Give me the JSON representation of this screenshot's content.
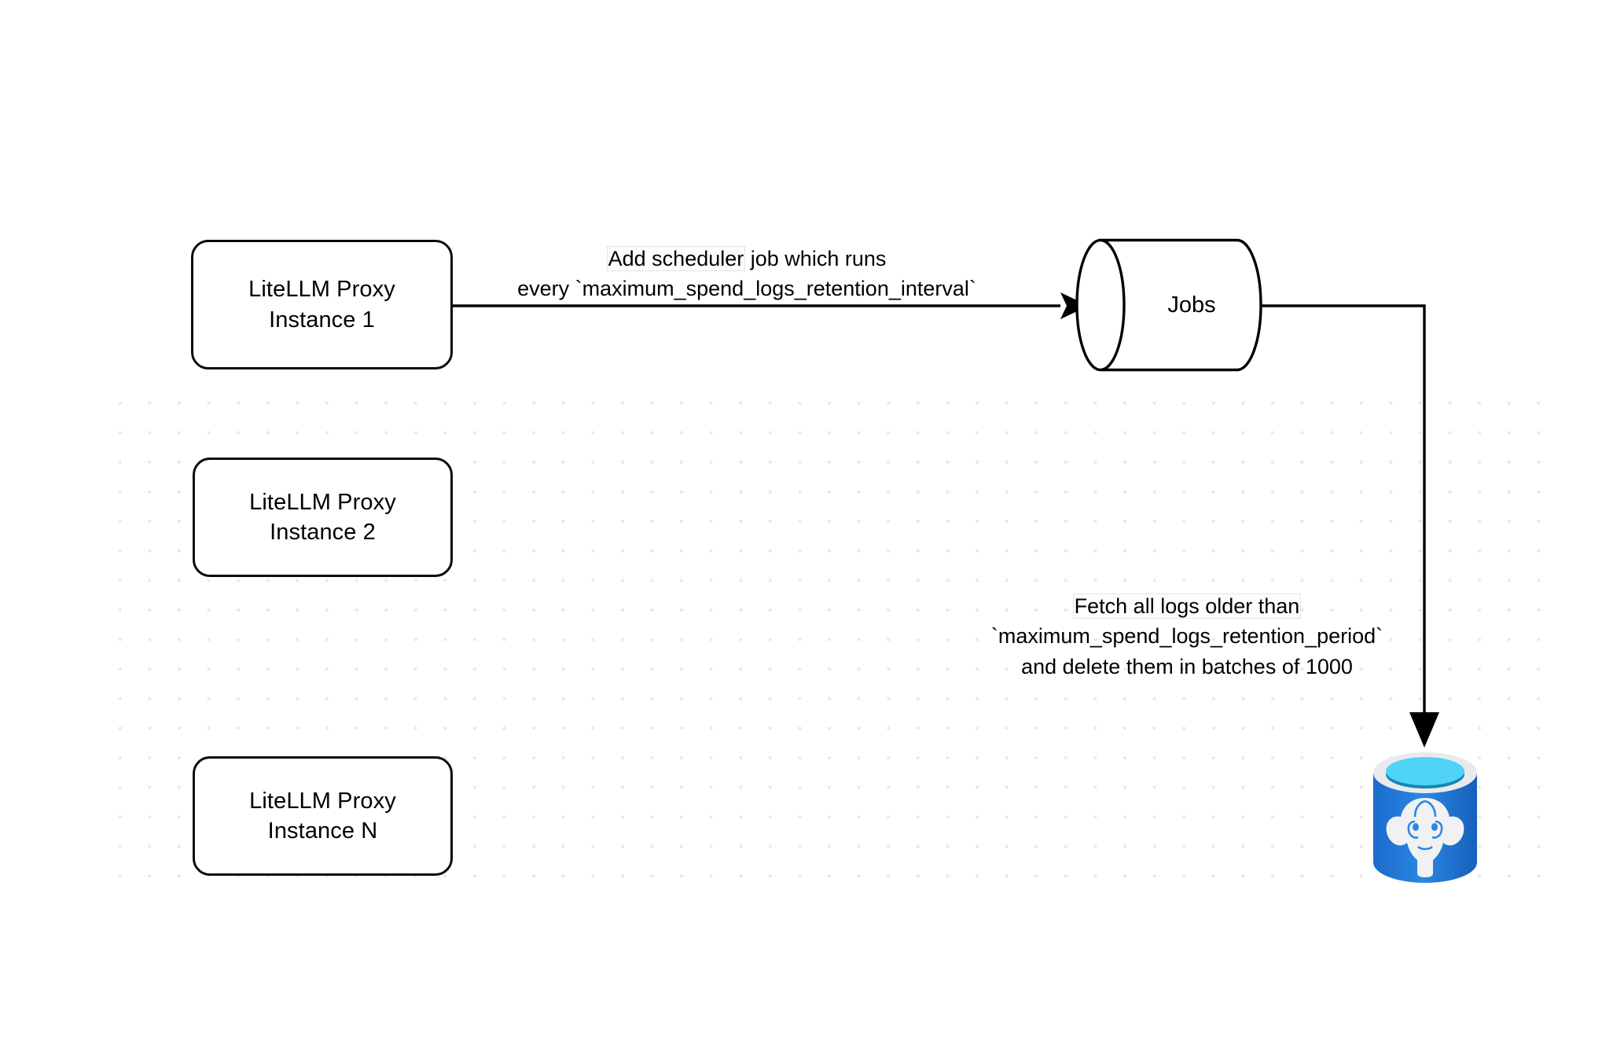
{
  "diagram": {
    "title": "LiteLLM spend logs retention scheduler flow",
    "background": {
      "color": "#ffffff",
      "grid": "dot-grid",
      "dot_color": "#e8e8e9"
    },
    "nodes": [
      {
        "id": "proxy-1",
        "shape": "rounded-rectangle",
        "line1": "LiteLLM Proxy",
        "line2": "Instance 1"
      },
      {
        "id": "proxy-2",
        "shape": "rounded-rectangle",
        "line1": "LiteLLM Proxy",
        "line2": "Instance 2"
      },
      {
        "id": "proxy-n",
        "shape": "rounded-rectangle",
        "line1": "LiteLLM Proxy",
        "line2": "Instance N"
      },
      {
        "id": "jobs",
        "shape": "cylinder",
        "label": "Jobs"
      },
      {
        "id": "postgres",
        "shape": "database-icon",
        "label": "",
        "colors": {
          "body": "#1f6fd0",
          "body_light": "#2d8ae6",
          "rim": "#e9eaec",
          "top": "#4fd3f7",
          "top_shadow": "#1686b4",
          "elephant": "#f0f1f2"
        }
      }
    ],
    "edges": [
      {
        "id": "edge-proxy1-jobs",
        "from": "proxy-1",
        "to": "jobs",
        "label_line1": "Add scheduler",
        "label_line1_rest": " job which runs",
        "label_line2": "every `maximum_spend_logs_retention_interval`"
      },
      {
        "id": "edge-jobs-postgres",
        "from": "jobs",
        "to": "postgres",
        "label_line1": "Fetch all logs older than",
        "label_line2": "`maximum_spend_logs_retention_period`",
        "label_line3": "and delete them in batches of 1000"
      }
    ]
  }
}
